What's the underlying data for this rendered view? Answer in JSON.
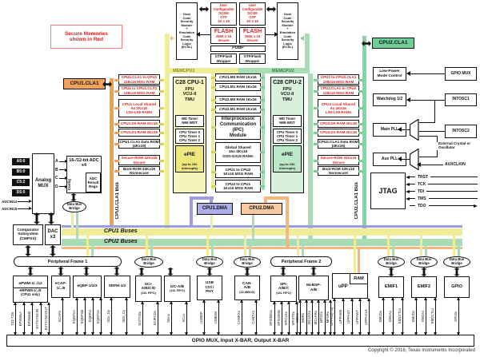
{
  "note": "Secure Memories\nshown in Red",
  "copyright": "Copyright © 2016, Texas Instruments Incorporated",
  "top": {
    "dcsm": "Dual\nCode\nSecurity\nModule\n+\nEmulation\nCode\nSecurity\nLogic\n(ECSL)",
    "otp": "User\nConfigurable\nDCSM\nOTP\n1K x 16",
    "flash": "FLASH",
    "flash_sub": "256K x 16\nSecure",
    "pump": "PUMP",
    "wrapper": "OTP/Flash\nWrapper",
    "membus1": "MEMCPU1",
    "membus2": "MEMCPU2"
  },
  "cla1": "CPU1.CLA1",
  "cla2": "CPU2.CLA1",
  "bus_labels": {
    "cla1_bus": "CPU1.CLA1 Bus",
    "cla2_bus": "CPU2.CLA1 Bus",
    "cpu1_buses": "CPU1 Buses",
    "cpu2_buses": "CPU2 Buses"
  },
  "mem1": [
    {
      "label": "CPU1.CLA1 to CPU1\n128x16 MSG RAM",
      "cls": "red g0"
    },
    {
      "label": "CPU1 to CPU1.CLA1\n128x16 MSG RAM",
      "cls": "red"
    },
    {
      "label": "CPU1 Local Shared\n6x 2Kx16\nLS0-LS5 RAMs",
      "cls": "red g4 h23"
    },
    {
      "label": "CPU1.D0 RAM 2Kx16",
      "cls": "red g3 h10"
    },
    {
      "label": "CPU1.D1 RAM 2Kx16",
      "cls": "red h10"
    },
    {
      "label": "CPU1.CLA1 Data ROM\n(4Kx16)",
      "cls": "g3 h12"
    },
    {
      "label": "Secure-ROM 32Kx16\nSecure",
      "cls": "red g8"
    },
    {
      "label": "Boot-ROM 32Kx16\nNonsecure",
      "cls": "h12"
    }
  ],
  "mem2": [
    {
      "label": "CPU2 to CPU2.CLA1\n128x16 MSG RAM",
      "cls": "red g0"
    },
    {
      "label": "CPU2.CLA1 to CPU2\n128x16 MSG RAM",
      "cls": "red"
    },
    {
      "label": "CPU2 Local Shared\n6x 2Kx16\nLS0-LS5 RAMs",
      "cls": "red g4 h23"
    },
    {
      "label": "CPU2.D0 RAM 2Kx16",
      "cls": "red g3 h10"
    },
    {
      "label": "CPU2.D1 RAM 2Kx16",
      "cls": "red h10"
    },
    {
      "label": "CPU2.CLA1 Data ROM\n(4Kx16)",
      "cls": "g3 h12"
    },
    {
      "label": "Secure-ROM 32Kx16\nSecure",
      "cls": "red g8"
    },
    {
      "label": "Boot-ROM 32Kx16\nNonsecure",
      "cls": "h12"
    }
  ],
  "center": [
    {
      "label": "CPU1.M0 RAM 1Kx16",
      "cls": "g0 h10"
    },
    {
      "label": "CPU1.M1 RAM 1Kx16",
      "cls": "g2 h10"
    },
    {
      "label": "CPU2.M0 RAM 1Kx16",
      "cls": "g6 h10"
    },
    {
      "label": "CPU2.M1 RAM 1Kx16",
      "cls": "g2 h10"
    },
    {
      "label": "Interprocessor\nCommunication\n(IPC)\nModule",
      "cls": "g3 h30 ipc"
    },
    {
      "label": "Global Shared\n16x 4Kx16\nGS0-GS15 RAMs",
      "cls": "g3 h26 gs"
    },
    {
      "label": "CPU1 to CPU2\n1Kx16 MSG RAM",
      "cls": "g3 h16"
    },
    {
      "label": "CPU2 to CPU1\n1Kx16 MSG RAM",
      "cls": "g2 h16"
    }
  ],
  "cpu1": {
    "title": "C28 CPU-1",
    "features": "FPU\nVCU-II\nTMU",
    "wd": "WD Timer\nNMI-WDT",
    "timers": "CPU Timer 0\nCPU Timer 1\nCPU Timer 2",
    "epie": "ePIE",
    "epie_sub": "(up to 192\ninterrupts)"
  },
  "cpu2": {
    "title": "C28 CPU-2",
    "features": "FPU\nVCU-II\nTMU",
    "wd": "WD Timer\nNMI-WDT",
    "timers": "CPU Timer 0\nCPU Timer 1\nCPU Timer 2",
    "epie": "ePIE",
    "epie_sub": "(up to 192\ninterrupts)"
  },
  "dma1": "CPU1.DMA",
  "dma2": "CPU2.DMA",
  "right": {
    "lowpower": "Low-Power\nMode Control",
    "gpiomux": "GPIO MUX",
    "watchdog": "Watchdog 1/2",
    "intosc1": "INTOSC1",
    "mainpll": "Main PLL",
    "intosc2": "INTOSC2",
    "crystal": "External Crystal or\nOscillator",
    "auxpll": "Aux PLL",
    "auxclkin": "AUXCLKIN",
    "jtag": "JTAG"
  },
  "jtag_pins": [
    {
      "name": "TRST"
    },
    {
      "name": "TCK"
    },
    {
      "name": "TDI"
    },
    {
      "name": "TMS"
    },
    {
      "name": "TDO",
      "cls": "out"
    }
  ],
  "analog": {
    "mux": "Analog\nMUX",
    "inputs": [
      "A5:0",
      "B5:0",
      "C5:2",
      "D5:0"
    ],
    "adcins": [
      "ADCIN14",
      "ADCIN15"
    ],
    "letters": [
      "A",
      "B",
      "C",
      "D"
    ],
    "adc": "16-/12-bit ADC\nx4",
    "adc_regs": "ADC\nResult\nRegs",
    "config": "Config",
    "cmpss": "Comparator\nSubsystem\n(CMPSS)",
    "dac": "DAC\nx3"
  },
  "bridge": "Data Bus\nBridge",
  "frames": {
    "f1": "Peripheral Frame 1",
    "f2": "Peripheral Frame 2"
  },
  "periph": {
    "pwm": {
      "label": "ePWM-1/../12",
      "sub": "HRPWM-1/../8\n(CPU1 only)",
      "signals": [
        "TZ1-TZ6",
        "EPWMxA",
        "EPWMxB",
        "EXTSYNCIN",
        "EXTSYNCOUT"
      ]
    },
    "ecap": {
      "label": "eCAP-\n1/../6",
      "signals": [
        "ECAPx"
      ]
    },
    "eqep": {
      "label": "eQEP-1/2/3",
      "signals": [
        "EQEPxA",
        "EQEPxB",
        "EQEPxI",
        "EQEPxS"
      ]
    },
    "sdfm": {
      "label": "SDFM-1/2",
      "signals": [
        "SDx_Dy",
        "SDx_Cy"
      ]
    },
    "sci": {
      "label": "SCI-\nA/B/C/D",
      "sub": "(16L FIFO)",
      "signals": [
        "SCITXDx",
        "SCIRXDx"
      ]
    },
    "i2c": {
      "label": "I2C-A/B",
      "sub": "(16L FIFO)",
      "signals": [
        "SDAx",
        "SCLx"
      ]
    },
    "usb": {
      "label": "USB\nCtrl /\nPHY",
      "signals": [
        "USBDP",
        "USBDM"
      ]
    },
    "can": {
      "label": "CAN-\nA/B",
      "sub": "(32-MBOX)",
      "signals": [
        "CANRXx",
        "CANTXx"
      ]
    },
    "spi": {
      "label": "SPI-\nA/B/C",
      "sub": "(16L FIFO)",
      "signals": [
        "SPISIMOx",
        "SPISOMIx",
        "SPICLKx",
        "SPISTEx"
      ]
    },
    "mcbsp": {
      "label": "McBSP-\nA/B",
      "signals": [
        "MDXx",
        "MDRx",
        "MCLKXx",
        "MCLKRx",
        "MFSXx",
        "MFSRx"
      ]
    },
    "upp": {
      "label": "uPP",
      "ram": "RAM",
      "signals": [
        "UPPAD[7:0]",
        "UPPAEN",
        "UPPAST",
        "UPPAWT",
        "UPPACLK"
      ]
    },
    "emif1": {
      "label": "EMIF1",
      "signals": [
        "EM1Dx",
        "EM1Ax",
        "EM1CTLx"
      ]
    },
    "emif2": {
      "label": "EMIF2",
      "signals": [
        "EM2Dx",
        "EM2Ax",
        "EM2CTLx"
      ]
    },
    "gpio": {
      "label": "GPIO",
      "signals": [
        "GPIOx"
      ]
    }
  },
  "xbar": "GPIO MUX, Input X-BAR, Output X-BAR",
  "colors": {
    "secure_red": "#E02020",
    "cpu1_yellow": "#EFEC9A",
    "cpu2_green": "#A8DCB4",
    "cla1_orange": "#F0A050",
    "cla2_green": "#6FCF9B",
    "dma1_purple": "#9C9CDE",
    "dma2_peach": "#F5B781"
  }
}
